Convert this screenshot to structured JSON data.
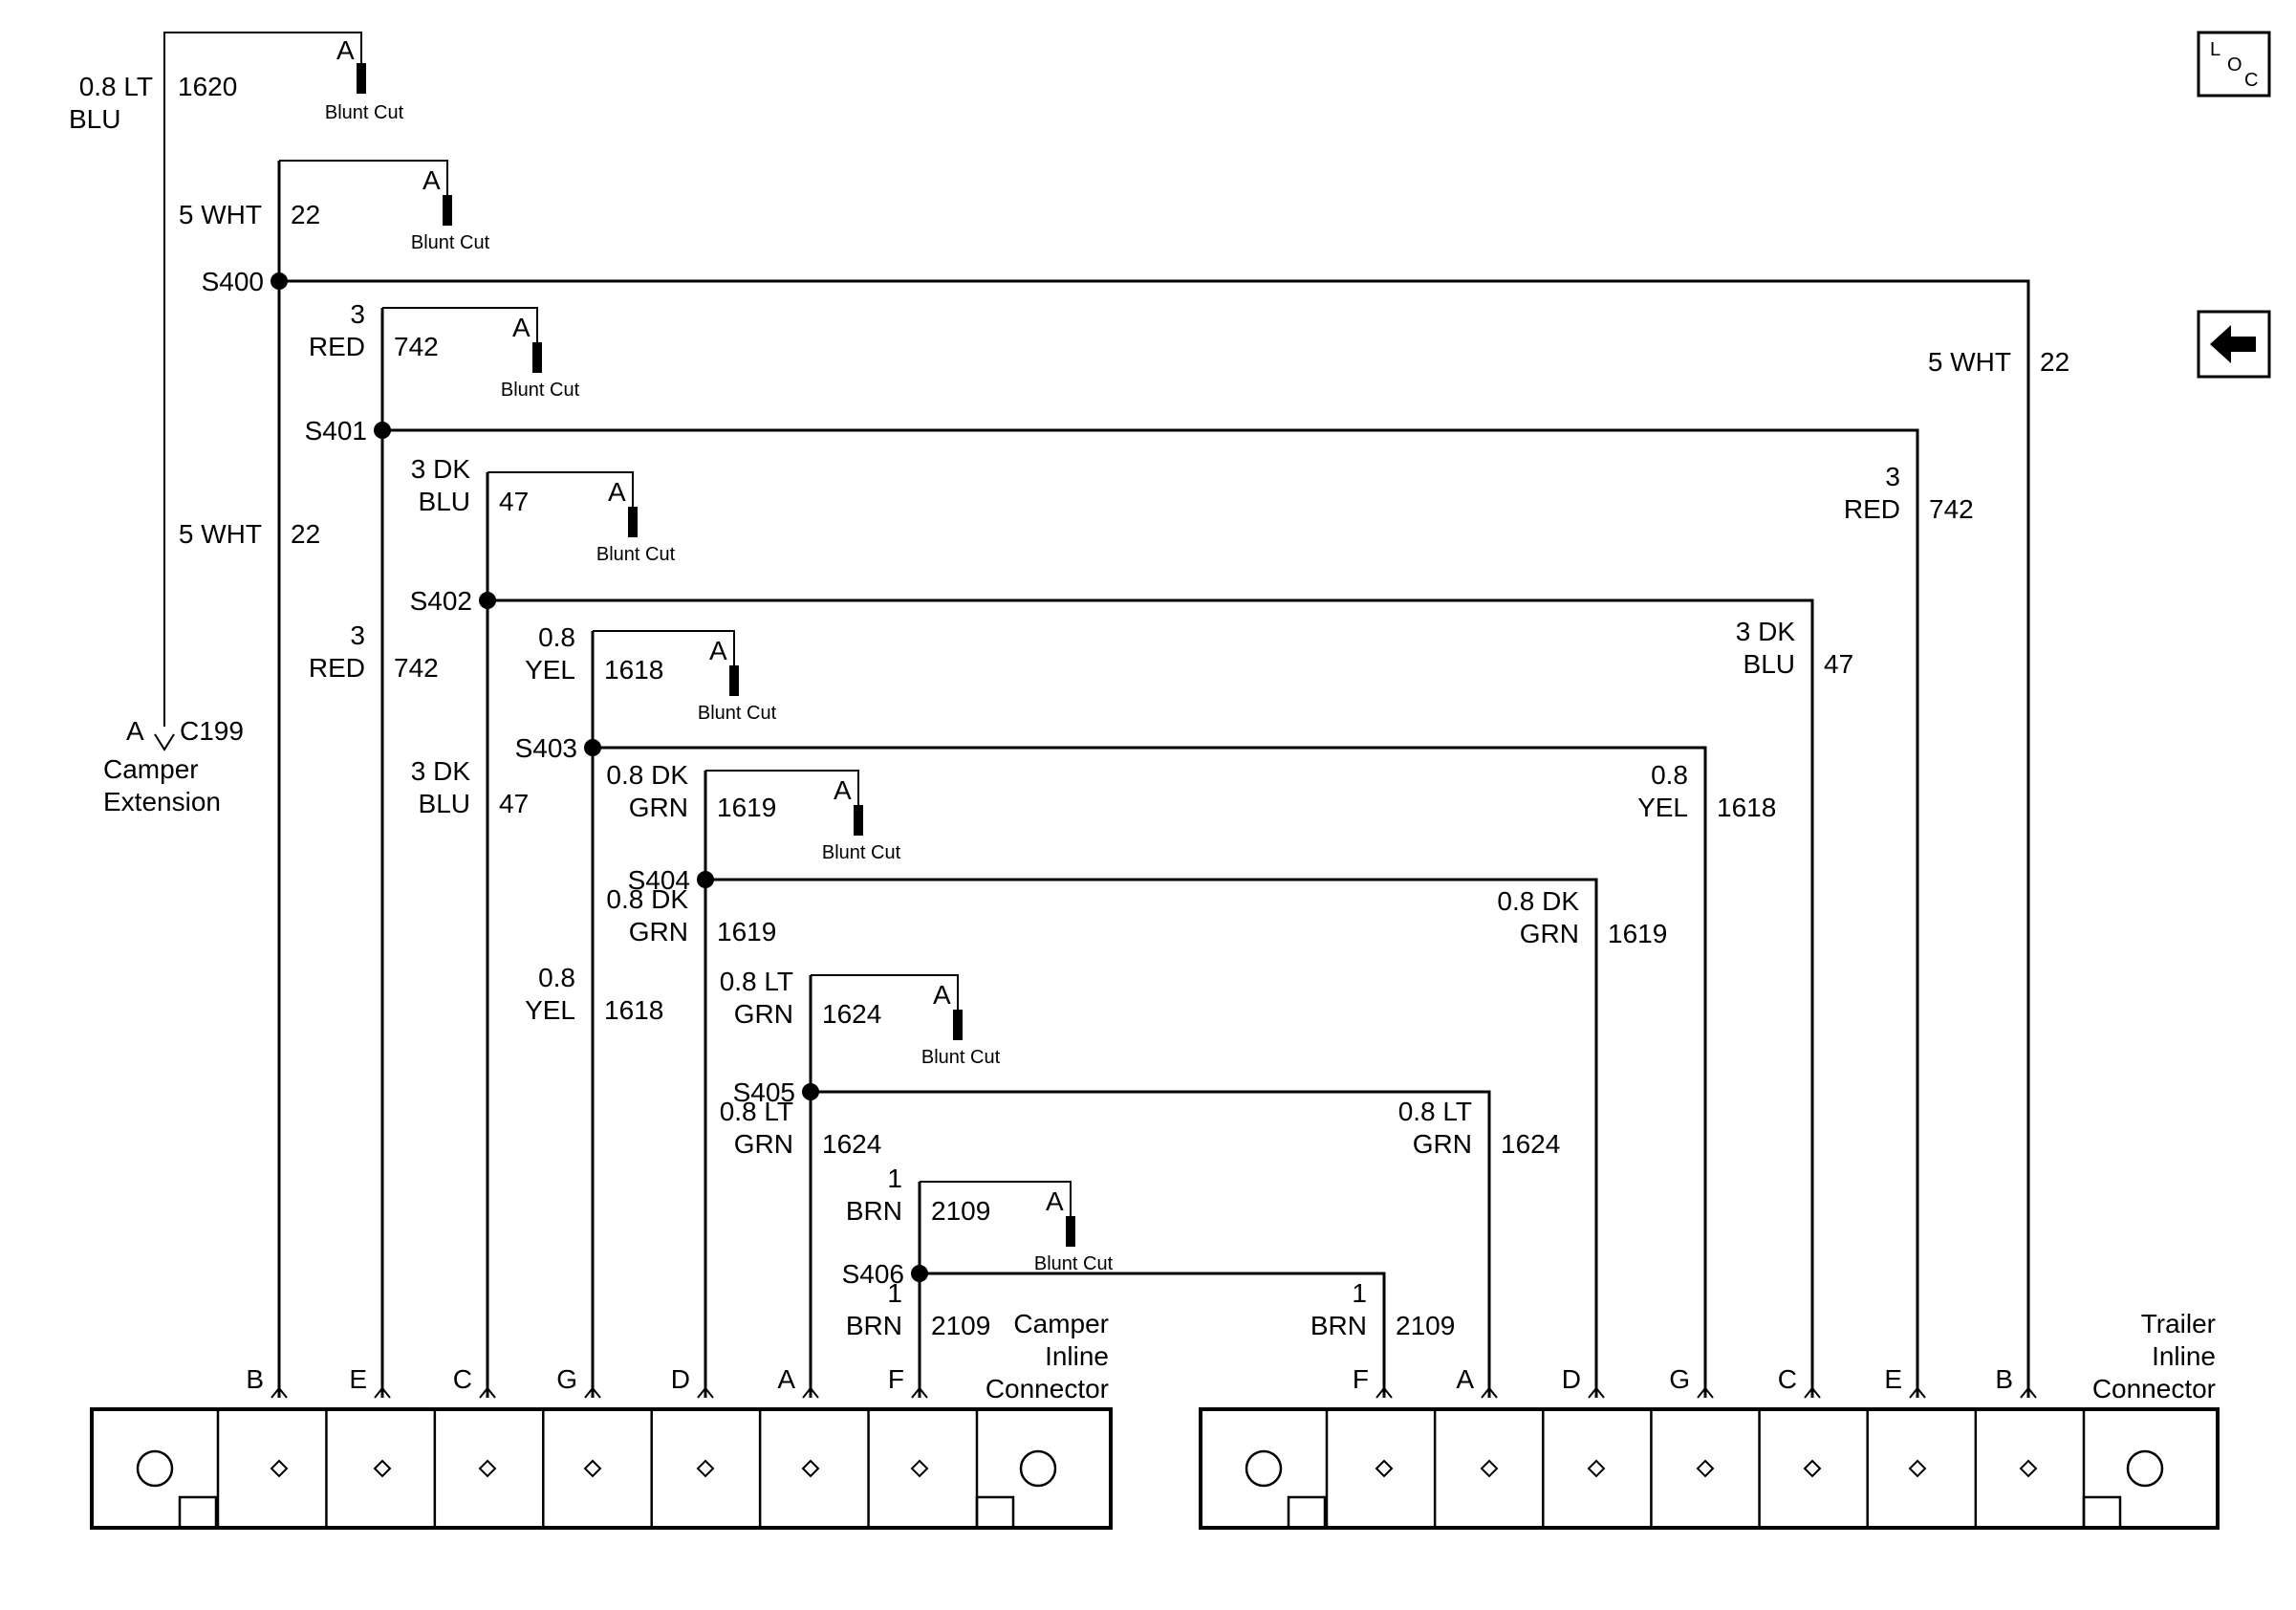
{
  "blunt_cut_label": "Blunt Cut",
  "blunt_cut_pin": "A",
  "left_lead": {
    "gauge_color_l1": "0.8 LT",
    "gauge_color_l2": "BLU",
    "circuit": "1620",
    "pin": "A",
    "connector": "C199",
    "dest_l1": "Camper",
    "dest_l2": "Extension"
  },
  "splices": [
    {
      "id": "S400",
      "up": {
        "l1": "5 WHT",
        "l2": "",
        "circuit": "22"
      },
      "down": {
        "l1": "5 WHT",
        "l2": "",
        "circuit": "22"
      },
      "right": {
        "l1": "5 WHT",
        "l2": "",
        "circuit": "22"
      }
    },
    {
      "id": "S401",
      "up": {
        "l1": "3",
        "l2": "RED",
        "circuit": "742"
      },
      "down": {
        "l1": "3",
        "l2": "RED",
        "circuit": "742"
      },
      "right": {
        "l1": "3",
        "l2": "RED",
        "circuit": "742"
      }
    },
    {
      "id": "S402",
      "up": {
        "l1": "3 DK",
        "l2": "BLU",
        "circuit": "47"
      },
      "down": {
        "l1": "3 DK",
        "l2": "BLU",
        "circuit": "47"
      },
      "right": {
        "l1": "3 DK",
        "l2": "BLU",
        "circuit": "47"
      }
    },
    {
      "id": "S403",
      "up": {
        "l1": "0.8",
        "l2": "YEL",
        "circuit": "1618"
      },
      "down": {
        "l1": "0.8",
        "l2": "YEL",
        "circuit": "1618"
      },
      "right": {
        "l1": "0.8",
        "l2": "YEL",
        "circuit": "1618"
      }
    },
    {
      "id": "S404",
      "up": {
        "l1": "0.8 DK",
        "l2": "GRN",
        "circuit": "1619"
      },
      "down": {
        "l1": "0.8 DK",
        "l2": "GRN",
        "circuit": "1619"
      },
      "right": {
        "l1": "0.8 DK",
        "l2": "GRN",
        "circuit": "1619"
      }
    },
    {
      "id": "S405",
      "up": {
        "l1": "0.8 LT",
        "l2": "GRN",
        "circuit": "1624"
      },
      "down": {
        "l1": "0.8 LT",
        "l2": "GRN",
        "circuit": "1624"
      },
      "right": {
        "l1": "0.8 LT",
        "l2": "GRN",
        "circuit": "1624"
      }
    },
    {
      "id": "S406",
      "up": {
        "l1": "1",
        "l2": "BRN",
        "circuit": "2109"
      },
      "down": {
        "l1": "1",
        "l2": "BRN",
        "circuit": "2109"
      },
      "right": {
        "l1": "1",
        "l2": "BRN",
        "circuit": "2109"
      }
    }
  ],
  "camper_connector": {
    "title_l1": "Camper",
    "title_l2": "Inline",
    "title_l3": "Connector",
    "pins": [
      "B",
      "E",
      "C",
      "G",
      "D",
      "A",
      "F"
    ]
  },
  "trailer_connector": {
    "title_l1": "Trailer",
    "title_l2": "Inline",
    "title_l3": "Connector",
    "pins": [
      "F",
      "A",
      "D",
      "G",
      "C",
      "E",
      "B"
    ]
  },
  "loc_icon": {
    "l": "L",
    "o": "O",
    "c": "C"
  },
  "nav_icon": "left-arrow-icon"
}
